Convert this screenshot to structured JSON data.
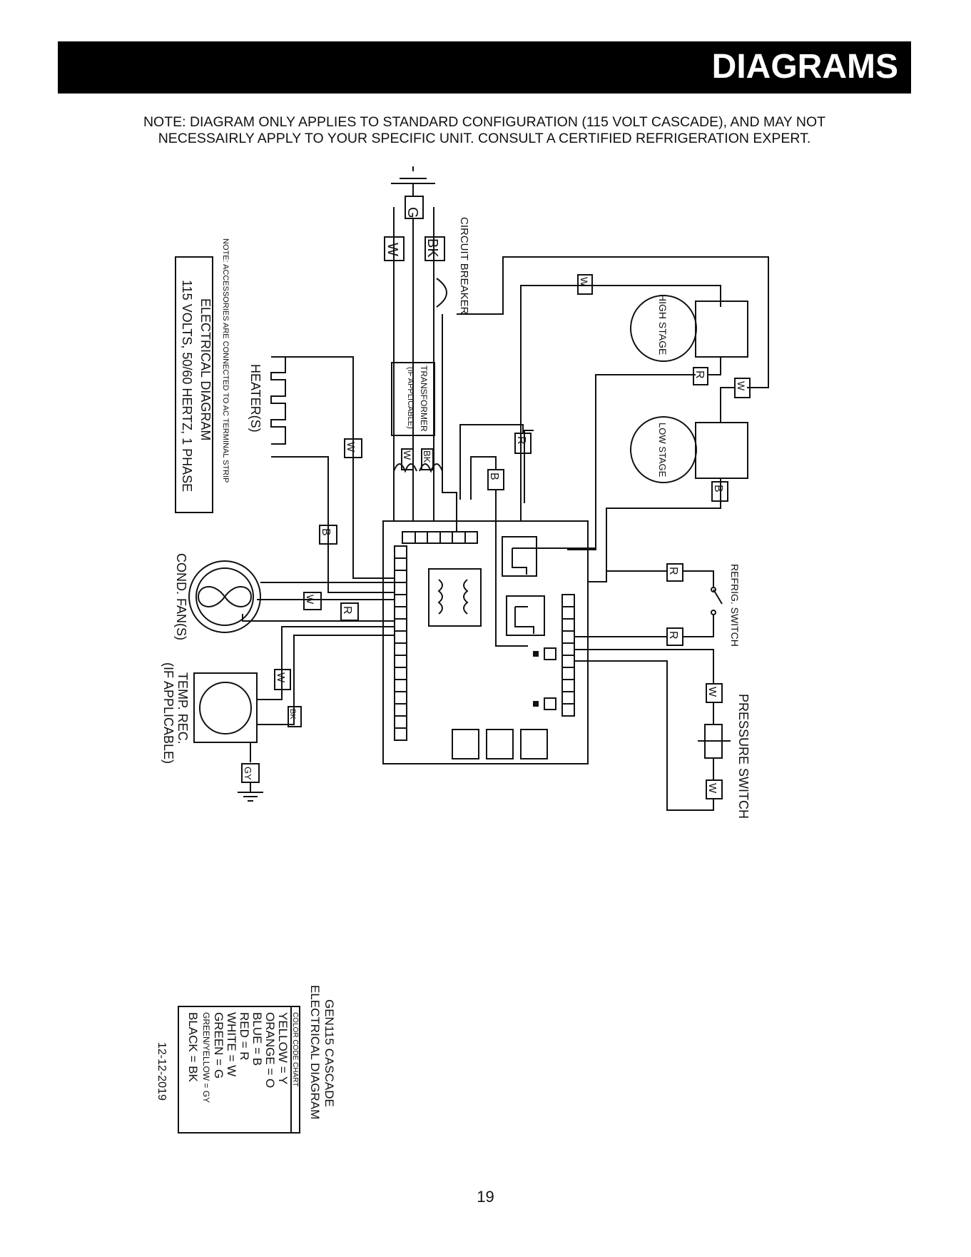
{
  "header": {
    "title": "DIAGRAMS"
  },
  "note": {
    "line1": "NOTE: DIAGRAM ONLY APPLIES TO STANDARD CONFIGURATION (115 VOLT CASCADE), AND MAY NOT",
    "line2": "NECESSAIRLY APPLY TO YOUR SPECIFIC UNIT. CONSULT A CERTIFIED REFRIGERATION EXPERT."
  },
  "diagram": {
    "title_box": {
      "line1": "ELECTRICAL DIAGRAM",
      "line2": "115 VOLTS, 50/60 HERTZ, 1 PHASE"
    },
    "accessory_note": "NOTE: ACCESSORIES ARE CONNECTED TO AC TERMINAL STRIP",
    "labels": {
      "circuit_breaker": "CIRCUIT BREAKER",
      "transformer_1": "TRANSFORMER",
      "transformer_2": "(IF APPLICABLE)",
      "heaters": "HEATER(S)",
      "high_stage": "HIGH STAGE",
      "low_stage": "LOW STAGE",
      "cond_fan": "COND. FAN(S)",
      "temp_rec_1": "TEMP. REC.",
      "temp_rec_2": "(IF APPLICABLE)",
      "refrig_switch": "REFRIG. SWITCH",
      "pressure_switch": "PRESSURE SWITCH"
    },
    "wire_tags": {
      "g": "G",
      "w": "W",
      "bk": "BK",
      "r": "R",
      "b": "B",
      "gy": "GY"
    }
  },
  "legend": {
    "title_1": "GEN115 CASCADE",
    "title_2": "ELECTRICAL DIAGRAM",
    "chart_title": "COLOR CODE CHART",
    "entries": [
      "YELLOW = Y",
      "ORANGE = O",
      "BLUE    = B",
      "RED      = R",
      "WHITE    = W",
      "GREEN   = G",
      "GREEN/YELLOW = GY",
      "BLACK  = BK"
    ],
    "date": "12-12-2019"
  },
  "page": {
    "number": "19"
  }
}
